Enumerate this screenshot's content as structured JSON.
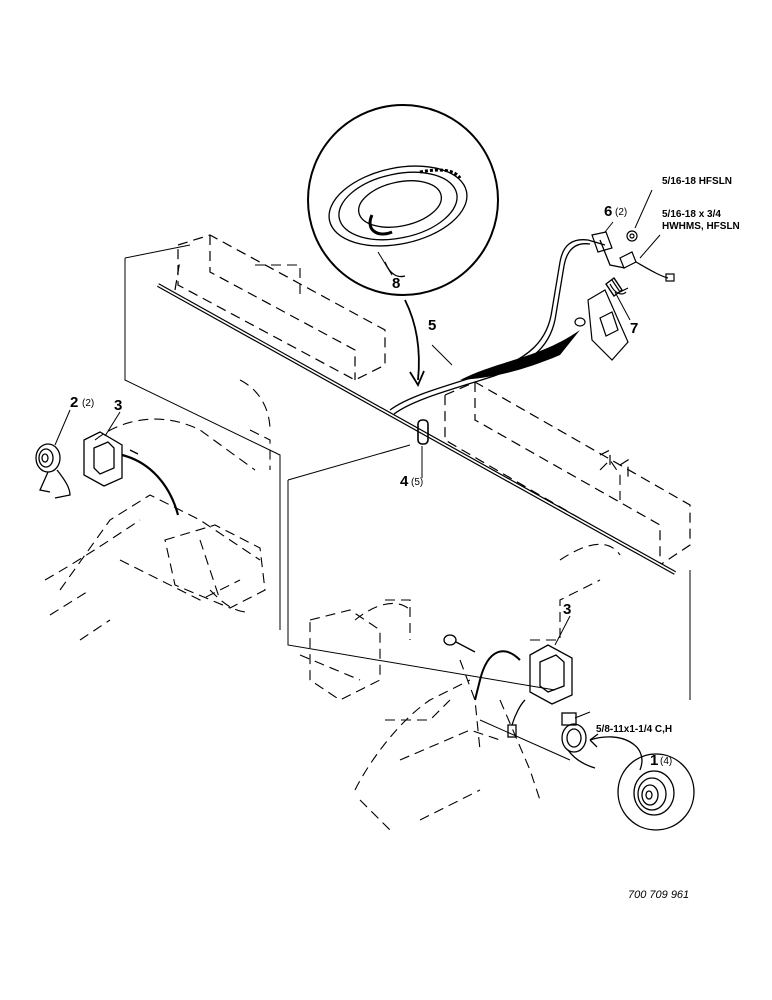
{
  "callouts": {
    "c1": {
      "num": "1",
      "qty": "(4)"
    },
    "c2": {
      "num": "2",
      "qty": "(2)"
    },
    "c3a": {
      "num": "3"
    },
    "c3b": {
      "num": "3"
    },
    "c4": {
      "num": "4",
      "qty": "(5)"
    },
    "c5": {
      "num": "5"
    },
    "c6": {
      "num": "6",
      "qty": "(2)"
    },
    "c7": {
      "num": "7"
    },
    "c8": {
      "num": "8"
    }
  },
  "hardware": {
    "nut": "5/16-18 HFSLN",
    "screw_line1": "5/16-18 x 3/4",
    "screw_line2": "HWHMS, HFSLN",
    "bolt": "5/8-11x1-1/4 C,H"
  },
  "part_number": "700 709 961"
}
